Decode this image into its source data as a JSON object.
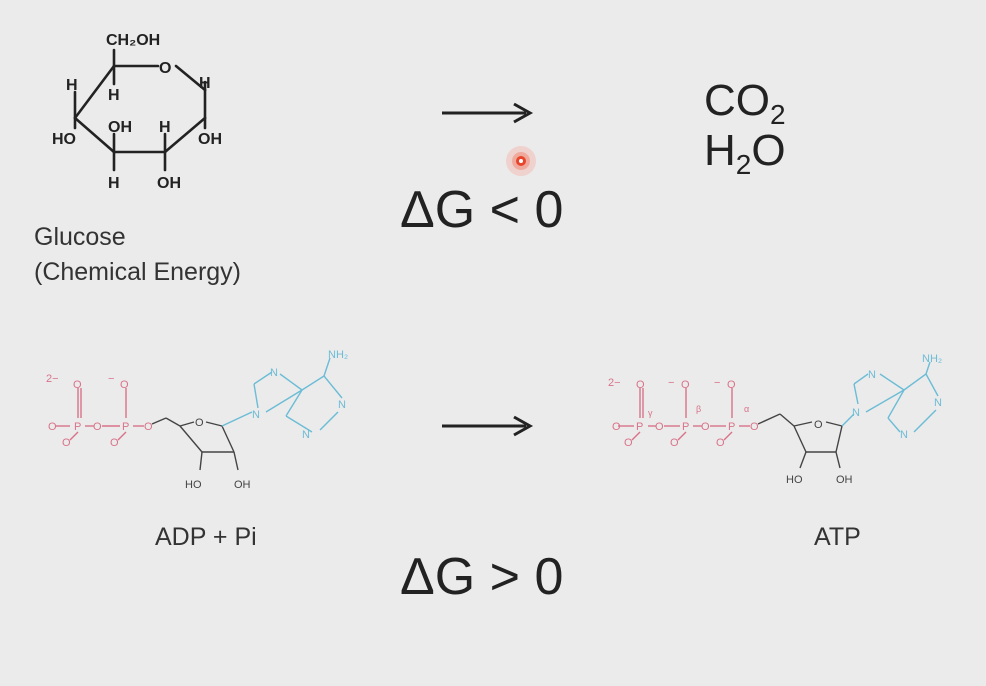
{
  "reaction_top": {
    "reactant_name": "Glucose",
    "reactant_subtitle": "(Chemical Energy)",
    "glucose_atoms": {
      "ch2oh": "CH₂OH",
      "ring_o": "O",
      "h": "H",
      "ho": "HO",
      "oh": "OH"
    },
    "products": {
      "co2_base": "CO",
      "co2_sub": "2",
      "h2o_h": "H",
      "h2o_sub": "2",
      "h2o_o": "O"
    },
    "delta_g": "ΔG < 0"
  },
  "reaction_bottom": {
    "reactant_name": "ADP + Pi",
    "product_name": "ATP",
    "delta_g": "ΔG > 0",
    "atoms": {
      "phosphorus": "P",
      "oxygen": "O",
      "nitrogen": "N",
      "amine": "NH₂",
      "charge_2minus": "2−",
      "charge_minus": "−",
      "ho": "HO",
      "oh": "OH",
      "gamma": "γ",
      "beta": "β",
      "alpha": "α"
    }
  },
  "colors": {
    "background": "#ebebeb",
    "ink": "#222222",
    "phosphate": "#d9738a",
    "base": "#6bbcd6",
    "sugar": "#444444",
    "pointer": "#e8452c"
  },
  "icons": {
    "arrow": "right-arrow-icon",
    "cursor": "cursor-pointer-icon"
  }
}
